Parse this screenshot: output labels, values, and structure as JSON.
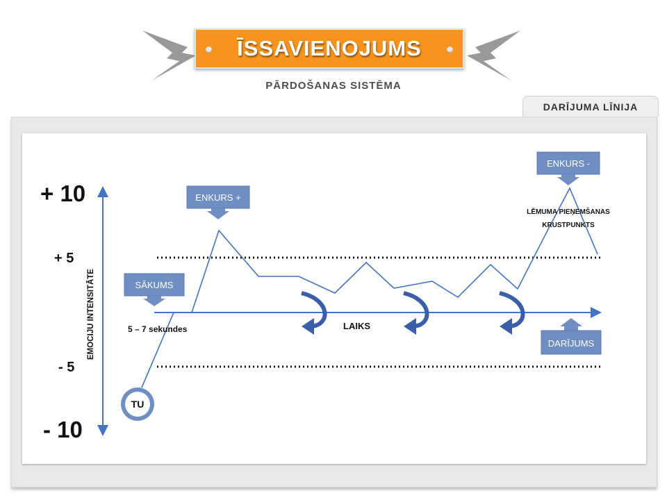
{
  "header": {
    "title": "ĪSSAVIENOJUMS",
    "subtitle": "PĀRDOŠANAS SISTĒMA",
    "tab_label": "DARĪJUMA LĪNIJA"
  },
  "diagram": {
    "y_axis_label": "EMOCIJU INTENSITĀTE",
    "y_ticks": [
      "+ 10",
      "+ 5",
      "- 5",
      "- 10"
    ],
    "x_axis_label": "LAIKS",
    "callouts": {
      "start": "SĀKUMS",
      "anchor_plus": "ENKURS +",
      "anchor_minus": "ENKURS -",
      "deal": "DARĪJUMS"
    },
    "you_label": "TU",
    "duration_label": "5 – 7 sekundes",
    "decision_label_line1": "LĒMUMA PIEŅEMŠANAS",
    "decision_label_line2": "KRUSTPUNKTS",
    "colors": {
      "line": "#4472c4",
      "callout_fill": "#6f8fc2",
      "orange": "#f7941d"
    }
  }
}
